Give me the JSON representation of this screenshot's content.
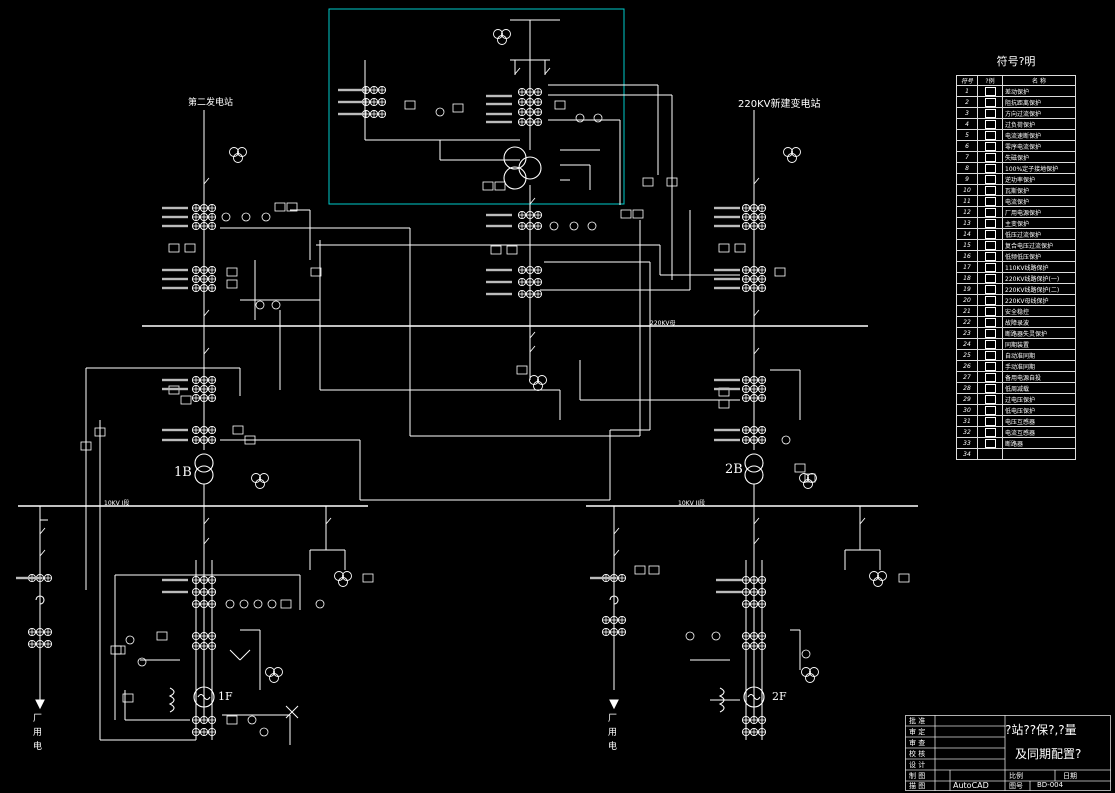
{
  "drawing": {
    "substation_left": "第二发电站",
    "substation_right": "220KV新建变电站",
    "bus_220": "220KV母",
    "bus_10_left": "10KV I段",
    "bus_10_right": "10KV II段",
    "transformer_left": "1B",
    "transformer_right": "2B",
    "generator_left": "1F",
    "generator_right": "2F",
    "plant_use_left": "厂用电",
    "plant_use_right": "厂用电"
  },
  "legend": {
    "title": "符号?明",
    "col_no": "符号",
    "col_sym": "?例",
    "col_name": "名 称",
    "rows": [
      {
        "no": "1",
        "name": "差动保护"
      },
      {
        "no": "2",
        "name": "阻抗距离保护"
      },
      {
        "no": "3",
        "name": "方向过流保护"
      },
      {
        "no": "4",
        "name": "过负荷保护"
      },
      {
        "no": "5",
        "name": "电流速断保护"
      },
      {
        "no": "6",
        "name": "零序电流保护"
      },
      {
        "no": "7",
        "name": "失磁保护"
      },
      {
        "no": "8",
        "name": "100%定子接地保护"
      },
      {
        "no": "9",
        "name": "逆功率保护"
      },
      {
        "no": "10",
        "name": "瓦斯保护"
      },
      {
        "no": "11",
        "name": "电流保护"
      },
      {
        "no": "12",
        "name": "厂用电源保护"
      },
      {
        "no": "13",
        "name": "主变保护"
      },
      {
        "no": "14",
        "name": "低压过流保护"
      },
      {
        "no": "15",
        "name": "复合电压过流保护"
      },
      {
        "no": "16",
        "name": "低频低压保护"
      },
      {
        "no": "17",
        "name": "110KV线路保护"
      },
      {
        "no": "18",
        "name": "220KV线路保护(一)"
      },
      {
        "no": "19",
        "name": "220KV线路保护(二)"
      },
      {
        "no": "20",
        "name": "220KV母线保护"
      },
      {
        "no": "21",
        "name": "安全稳控"
      },
      {
        "no": "22",
        "name": "故障录波"
      },
      {
        "no": "23",
        "name": "断路器失灵保护"
      },
      {
        "no": "24",
        "name": "同期装置"
      },
      {
        "no": "25",
        "name": "自动准同期"
      },
      {
        "no": "26",
        "name": "手动准同期"
      },
      {
        "no": "27",
        "name": "备用电源自投"
      },
      {
        "no": "28",
        "name": "低周减载"
      },
      {
        "no": "29",
        "name": "过电压保护"
      },
      {
        "no": "30",
        "name": "低电压保护"
      },
      {
        "no": "31",
        "name": "电压互感器"
      },
      {
        "no": "32",
        "name": "电流互感器"
      },
      {
        "no": "33",
        "name": "断路器"
      },
      {
        "no": "34",
        "name": ""
      }
    ]
  },
  "title_block": {
    "title_line1": "?站??保?,?量",
    "title_line2": "及同期配置?",
    "rows": [
      "批 准",
      "审 定",
      "审 查",
      "校 核",
      "设 计",
      "制 图",
      "描 图"
    ],
    "scale_label": "比例",
    "date_label": "日期",
    "software": "AutoCAD",
    "drawing_no_label": "图号",
    "drawing_no": "BD-004"
  },
  "colors": {
    "background": "#000000",
    "line": "#ffffff",
    "highlight_box": "#00cccc"
  }
}
